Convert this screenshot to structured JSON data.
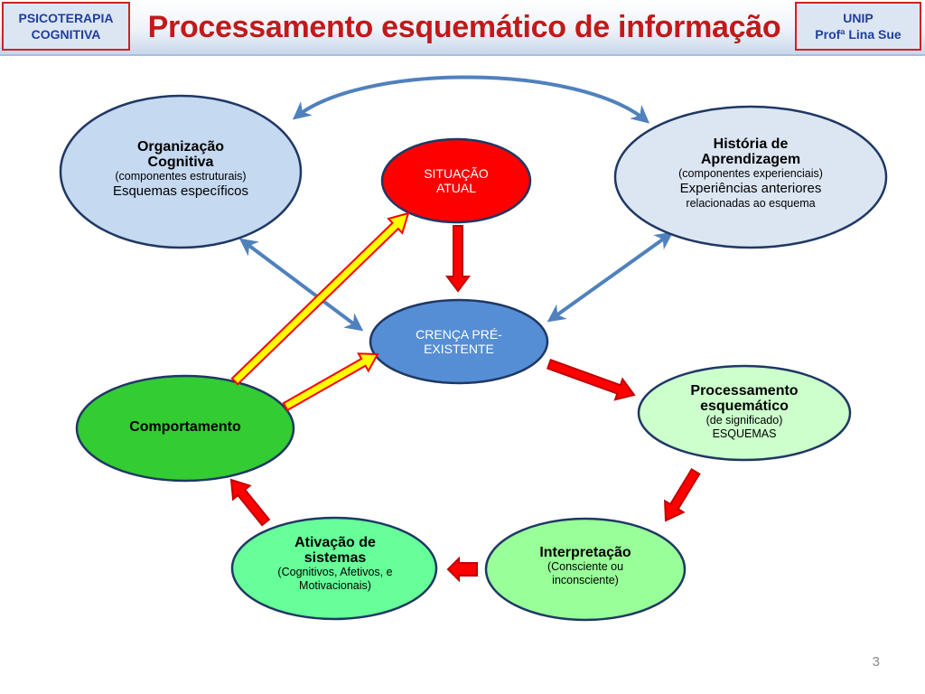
{
  "header": {
    "left_line1": "PSICOTERAPIA",
    "left_line2": "COGNITIVA",
    "title": "Processamento esquemático de informação",
    "right_line1": "UNIP",
    "right_line2": "Profª Lina Sue"
  },
  "nodes": {
    "organizacao": {
      "title1": "Organização",
      "title2": "Cognitiva",
      "line1": "(componentes estruturais)",
      "line2": "Esquemas específicos"
    },
    "historia": {
      "title1": "História de",
      "title2": "Aprendizagem",
      "line1": "(componentes experienciais)",
      "line2": "Experiências anteriores",
      "line3": "relacionadas ao esquema"
    },
    "situacao": {
      "line1": "SITUAÇÃO",
      "line2": "ATUAL"
    },
    "crenca": {
      "line1": "CRENÇA PRÉ-",
      "line2": "EXISTENTE"
    },
    "comportamento": {
      "title": "Comportamento"
    },
    "processamento": {
      "title1": "Processamento",
      "title2": "esquemático",
      "line1": "(de significado)",
      "line2": "ESQUEMAS"
    },
    "interpretacao": {
      "title": "Interpretação",
      "line1": "(Consciente ou",
      "line2": "inconsciente)"
    },
    "ativacao": {
      "title1": "Ativação de",
      "title2": "sistemas",
      "line1": "(Cognitivos, Afetivos, e",
      "line2": "Motivacionais)"
    }
  },
  "colors": {
    "title_red": "#c01a1a",
    "header_blue": "#1f3e9e",
    "ellipse_light_blue": "#c5d9f1",
    "situacao_red": "#ff0000",
    "crenca_blue": "#558ed5",
    "comportamento_green": "#33cc33",
    "processamento_green": "#ccffcc",
    "interpretacao_green": "#99ff99",
    "ativacao_green": "#66ff99",
    "arrow_red": "#ff0000",
    "arrow_yellow": "#ffff00",
    "connector_blue": "#4f81bd"
  },
  "page_number": "3"
}
